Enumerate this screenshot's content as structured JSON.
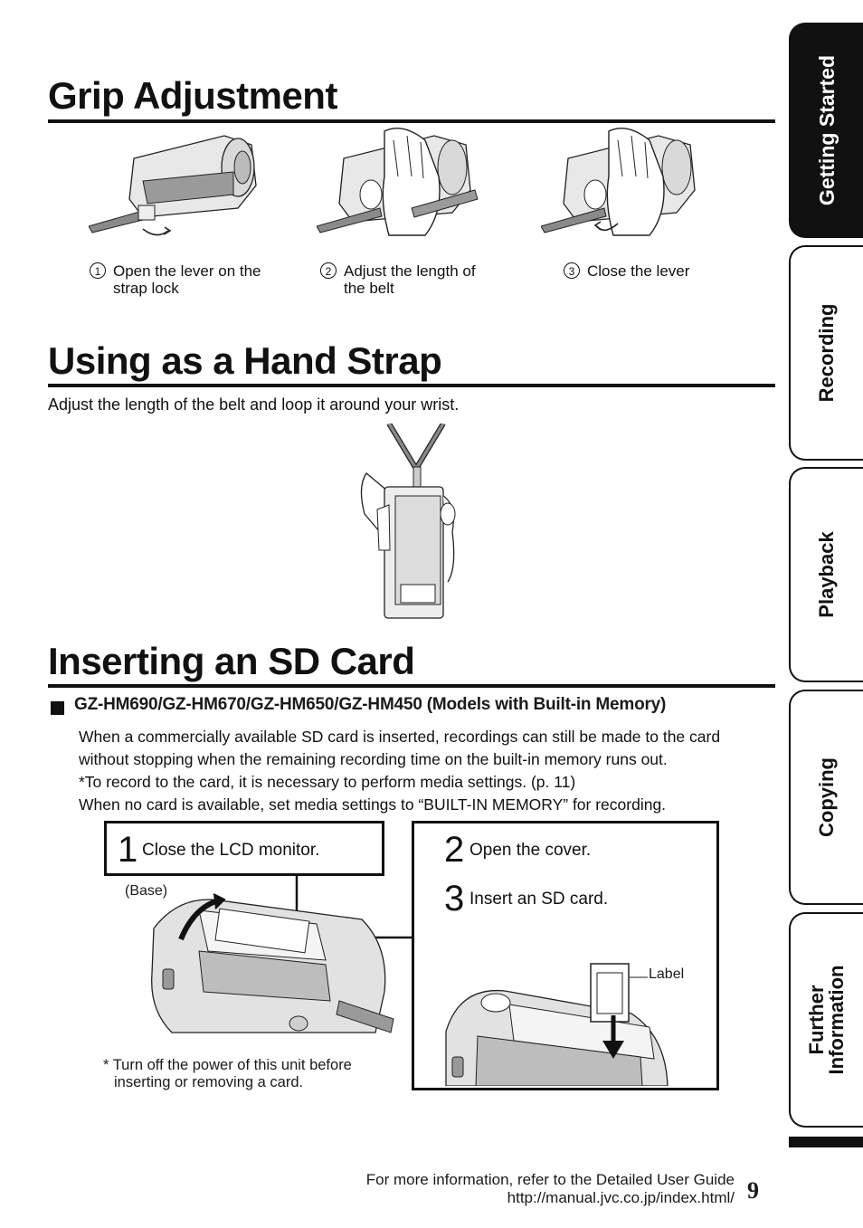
{
  "sections": {
    "grip": {
      "title": "Grip Adjustment",
      "steps": [
        {
          "num": "1",
          "text": "Open the lever on the strap lock"
        },
        {
          "num": "2",
          "text": "Adjust the length of the belt"
        },
        {
          "num": "3",
          "text": "Close the lever"
        }
      ]
    },
    "hand_strap": {
      "title": "Using as a Hand Strap",
      "body": "Adjust the length of the belt and loop it around your wrist."
    },
    "sd_card": {
      "title": "Inserting an SD Card",
      "models": "GZ-HM690/GZ-HM670/GZ-HM650/GZ-HM450 (Models with Built-in Memory)",
      "paragraphs": [
        "When a commercially available SD card is inserted, recordings can still be made to the card",
        "without stopping when the remaining recording time on the built-in memory runs out.",
        "*To record to the card, it is necessary to perform media settings. (p. 11)",
        "When no card is available, set media settings to “BUILT-IN MEMORY” for recording."
      ],
      "step1": {
        "num": "1",
        "text": "Close the LCD monitor."
      },
      "step2": {
        "num": "2",
        "text": "Open the cover."
      },
      "step3": {
        "num": "3",
        "text": "Insert an SD card."
      },
      "base_label": "(Base)",
      "card_label": "Label",
      "note_line1": "* Turn off the power of this unit before",
      "note_line2": "inserting or removing a card."
    }
  },
  "side_tabs": [
    {
      "label": "Getting Started",
      "active": true
    },
    {
      "label": "Recording",
      "active": false
    },
    {
      "label": "Playback",
      "active": false
    },
    {
      "label": "Copying",
      "active": false
    },
    {
      "label": "Further Information",
      "active": false
    }
  ],
  "footer": {
    "line1": "For more information, refer to the Detailed User Guide",
    "line2": "http://manual.jvc.co.jp/index.html/",
    "page_number": "9"
  }
}
